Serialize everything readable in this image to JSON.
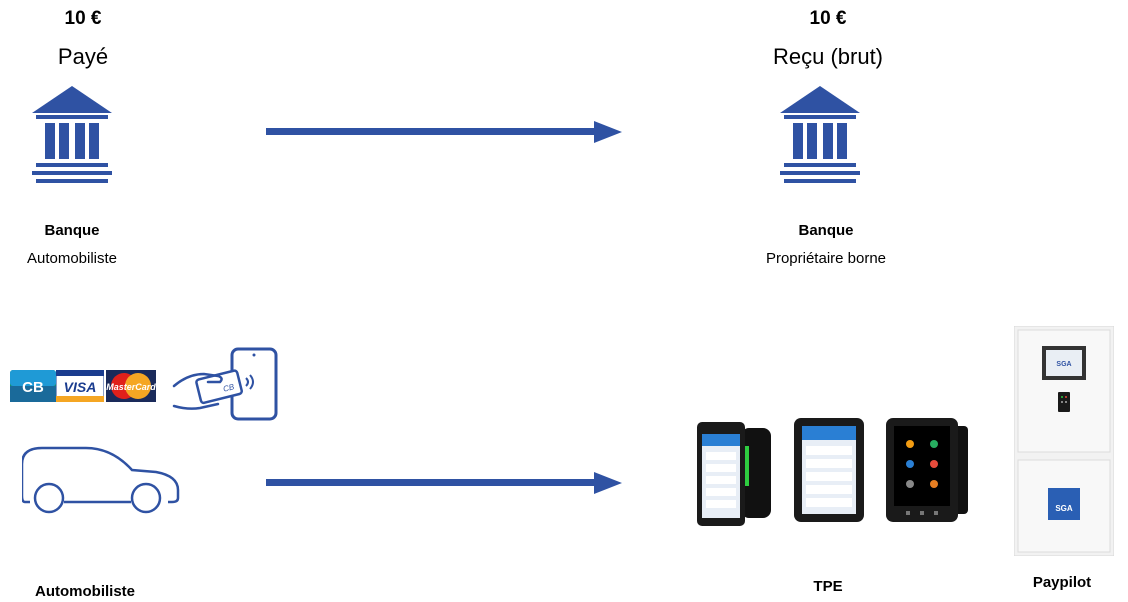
{
  "colors": {
    "primary_blue": "#2f52a3",
    "card_cb_green": "#1a8f6a",
    "card_visa_blue": "#1a3c8f",
    "mastercard_red": "#e0201b",
    "mastercard_yellow": "#f5a623"
  },
  "left_top": {
    "amount": "10 €",
    "status": "Payé",
    "bank_title": "Banque",
    "bank_subtitle": "Automobiliste"
  },
  "right_top": {
    "amount": "10 €",
    "status": "Reçu (brut)",
    "bank_title": "Banque",
    "bank_subtitle": "Propriétaire borne"
  },
  "cards": {
    "cb_label": "CB",
    "visa_label": "VISA",
    "mastercard_label": "MasterCard",
    "contactless_card_label": "CB"
  },
  "devices": {
    "sga_logo_text": "SGA"
  },
  "bottom_labels": {
    "driver": "Automobiliste",
    "tpe": "TPE",
    "paypilot": "Paypilot"
  }
}
